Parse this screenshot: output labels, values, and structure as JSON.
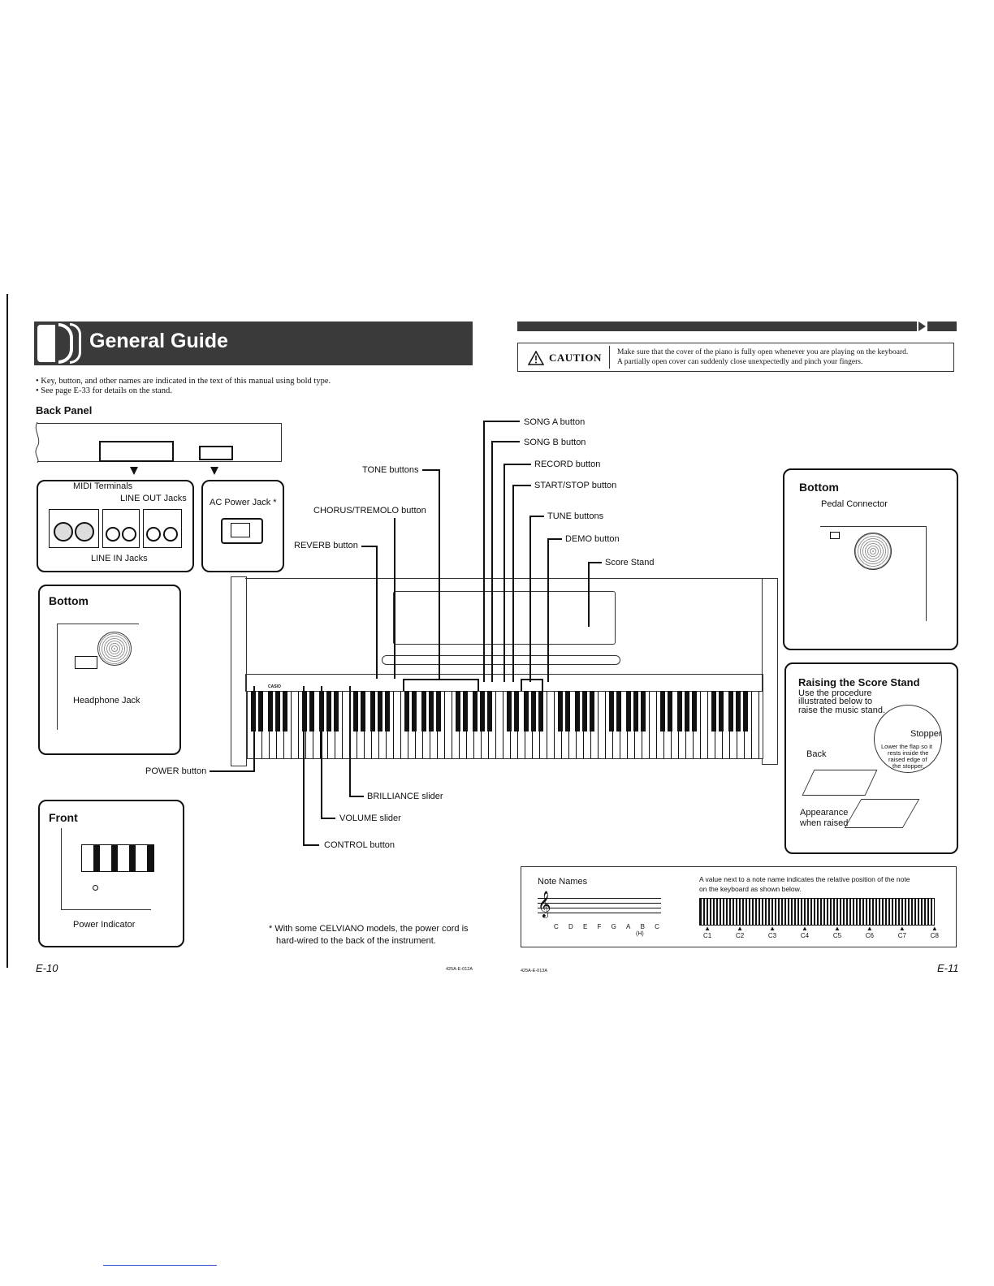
{
  "header": {
    "title": "General Guide",
    "caution_label": "CAUTION",
    "caution_text_1": "Make sure that the cover of the piano is fully open whenever you are playing on the keyboard.",
    "caution_text_2": "A partially open cover can suddenly close unexpectedly and pinch your fingers."
  },
  "notes": {
    "bullet_1": "• Key, button, and other names are indicated in the text of this manual using bold type.",
    "bullet_2": "• See page E-33 for details on the stand."
  },
  "back_panel": {
    "heading": "Back Panel",
    "midi_terminals": "MIDI Terminals",
    "line_out_jacks": "LINE OUT Jacks",
    "line_in_jacks": "LINE IN Jacks",
    "ac_power_jack": "AC Power Jack *"
  },
  "bottom_left": {
    "heading": "Bottom",
    "headphone_jack": "Headphone Jack"
  },
  "front": {
    "heading": "Front",
    "power_indicator": "Power Indicator"
  },
  "callouts": {
    "song_a": "SONG A button",
    "song_b": "SONG B button",
    "record": "RECORD button",
    "start_stop": "START/STOP button",
    "tune": "TUNE buttons",
    "demo": "DEMO button",
    "score_stand": "Score Stand",
    "tone": "TONE buttons",
    "chorus": "CHORUS/TREMOLO button",
    "reverb": "REVERB button",
    "power": "POWER button",
    "brilliance": "BRILLIANCE slider",
    "volume": "VOLUME slider",
    "control": "CONTROL button",
    "brand": "CASIO"
  },
  "bottom_right": {
    "heading": "Bottom",
    "pedal_connector": "Pedal Connector"
  },
  "raising": {
    "heading": "Raising the Score Stand",
    "line_1": "Use the procedure",
    "line_2": "illustrated below to",
    "line_3": "raise the music stand.",
    "stopper": "Stopper",
    "stopper_note_1": "Lower the flap so it",
    "stopper_note_2": "rests inside the",
    "stopper_note_3": "raised edge of",
    "stopper_note_4": "the stopper.",
    "back": "Back",
    "appearance_1": "Appearance",
    "appearance_2": "when raised"
  },
  "footnote": {
    "line_1": "* With some CELVIANO models, the power cord is",
    "line_2": "hard-wired to the back of the instrument."
  },
  "note_names": {
    "heading": "Note Names",
    "description_1": "A value next to a note name indicates the relative position of the note",
    "description_2": "on the keyboard as shown below.",
    "staff_notes": [
      "C",
      "D",
      "E",
      "F",
      "G",
      "A",
      "B",
      "C"
    ],
    "b_alt": "(H)",
    "octaves": [
      "C1",
      "C2",
      "C3",
      "C4",
      "C5",
      "C6",
      "C7",
      "C8"
    ]
  },
  "footer": {
    "page_left": "E-10",
    "page_right": "E-11",
    "code_left": "425A-E-012A",
    "code_right": "425A-E-013A"
  }
}
